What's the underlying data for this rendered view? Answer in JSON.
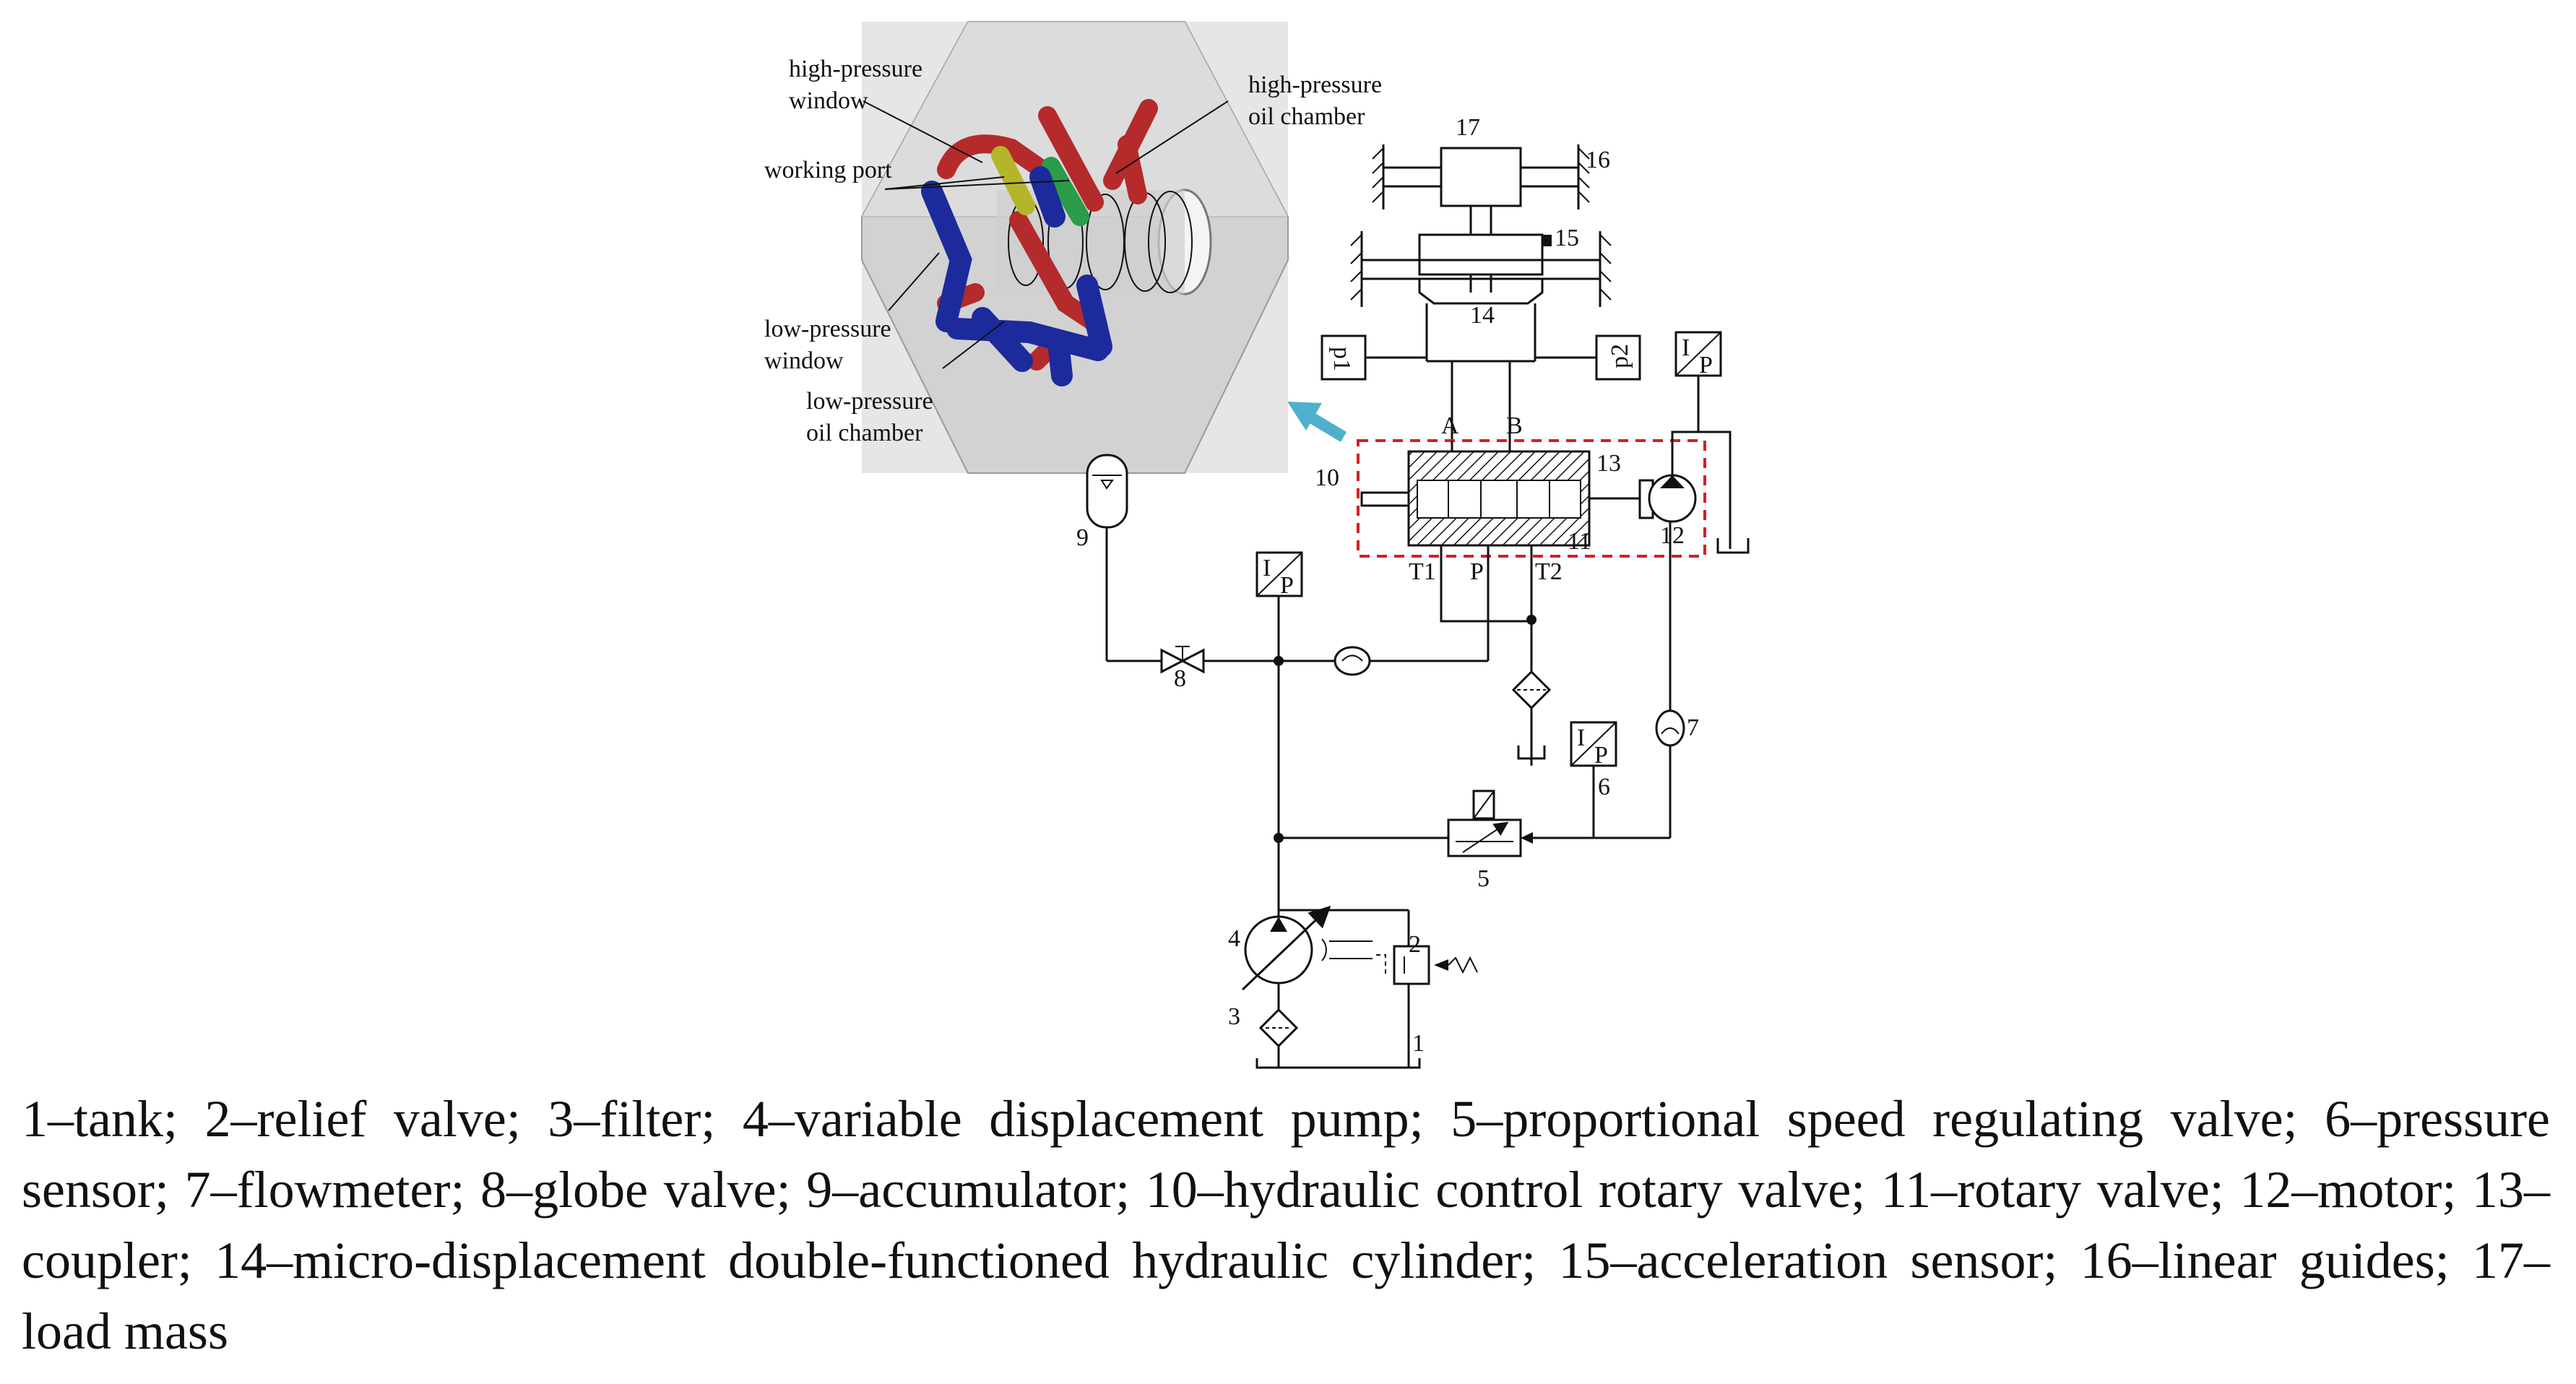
{
  "inset_labels": {
    "high_pressure_window": [
      "high-pressure",
      "window"
    ],
    "high_pressure_oil_chamber": [
      "high-pressure",
      "oil chamber"
    ],
    "working_port": "working port",
    "low_pressure_window": [
      "low-pressure",
      "window"
    ],
    "low_pressure_oil_chamber": [
      "low-pressure",
      "oil chamber"
    ]
  },
  "component_numbers": {
    "n1": "1",
    "n2": "2",
    "n3": "3",
    "n4": "4",
    "n5": "5",
    "n6": "6",
    "n7": "7",
    "n8": "8",
    "n9": "9",
    "n10": "10",
    "n11": "11",
    "n12": "12",
    "n13": "13",
    "n14": "14",
    "n15": "15",
    "n16": "16",
    "n17": "17"
  },
  "port_labels": {
    "A": "A",
    "B": "B",
    "T1": "T1",
    "P": "P",
    "T2": "T2"
  },
  "sensor_label": {
    "I": "I",
    "P": "P",
    "p1": "p1",
    "p2": "p2"
  },
  "colors": {
    "high_pressure": "#b52a2a",
    "low_pressure": "#1c2a9c",
    "working_port_yellow": "#b5b52a",
    "working_port_green": "#2a9c4a",
    "arrow": "#4fb0cc",
    "valve_box": "#d42020"
  },
  "caption": "1–tank; 2–relief valve; 3–filter; 4–variable displacement pump; 5–proportional speed regulating valve; 6–pressure sensor; 7–flowmeter; 8–globe valve; 9–accumulator; 10–hydraulic control rotary valve; 11–rotary valve; 12–motor; 13–coupler; 14–micro-displacement double-functioned hydraulic cylinder; 15–acceleration sensor; 16–linear guides; 17–load mass"
}
